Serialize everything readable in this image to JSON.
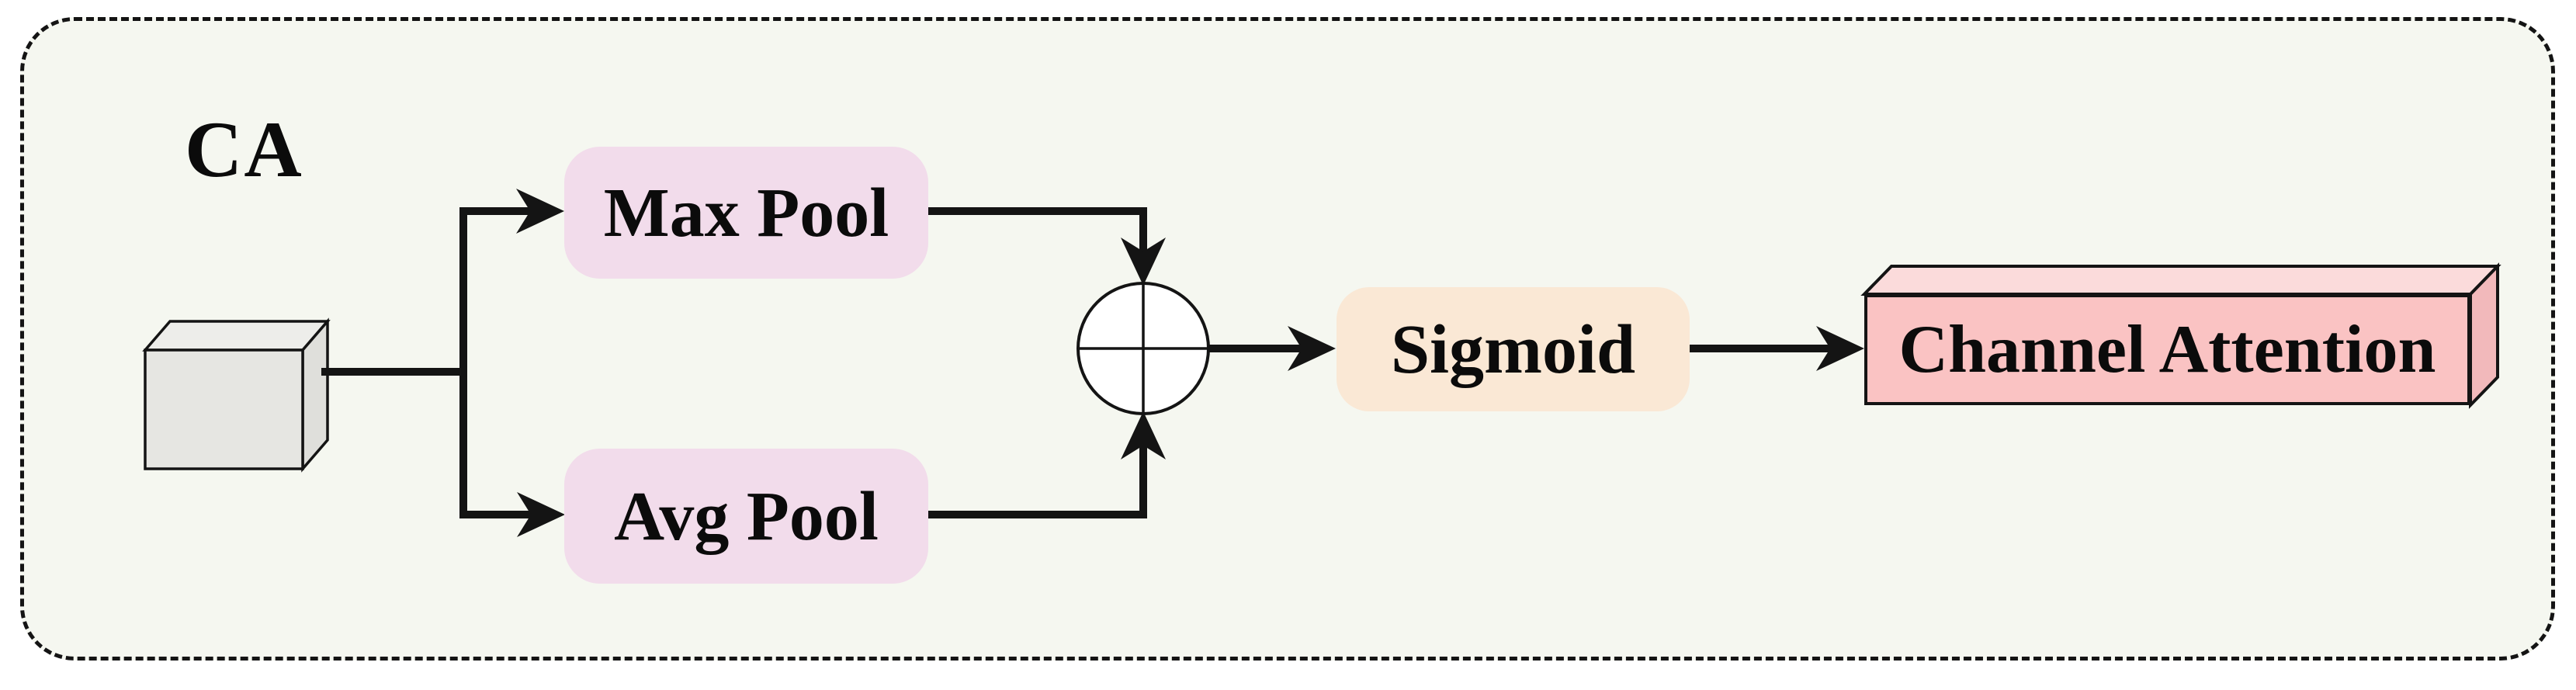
{
  "diagram": {
    "module_label": "CA",
    "description": "Channel Attention block: input feature cube is pooled by Max Pool and Avg Pool, summed element-wise, passed through Sigmoid to produce Channel Attention",
    "nodes": {
      "input": {
        "kind": "feature-cube-3d",
        "label": ""
      },
      "max_pool": {
        "label": "Max Pool"
      },
      "avg_pool": {
        "label": "Avg Pool"
      },
      "add": {
        "kind": "elementwise-add",
        "symbol": "circle-plus"
      },
      "sigmoid": {
        "label": "Sigmoid"
      },
      "channel_attention": {
        "label": "Channel Attention",
        "kind": "output-box-3d"
      }
    },
    "flow": [
      "input -> max_pool",
      "input -> avg_pool",
      "max_pool -> add",
      "avg_pool -> add",
      "add -> sigmoid",
      "sigmoid -> channel_attention"
    ]
  },
  "colors": {
    "page_bg": "#ffffff",
    "panel_bg": "#f5f7f0",
    "stroke": "#141414",
    "text": "#0b0b0b",
    "pool_fill": "#f2dceb",
    "sigmoid_fill": "#fae8d5",
    "attention_front": "#fac3c3",
    "attention_top": "#fbdbdb",
    "attention_side": "#f2b9bb",
    "cube_front": "#e6e6e2",
    "cube_top": "#ededea",
    "cube_side": "#dfdfdb",
    "add_fill": "#ffffff"
  }
}
